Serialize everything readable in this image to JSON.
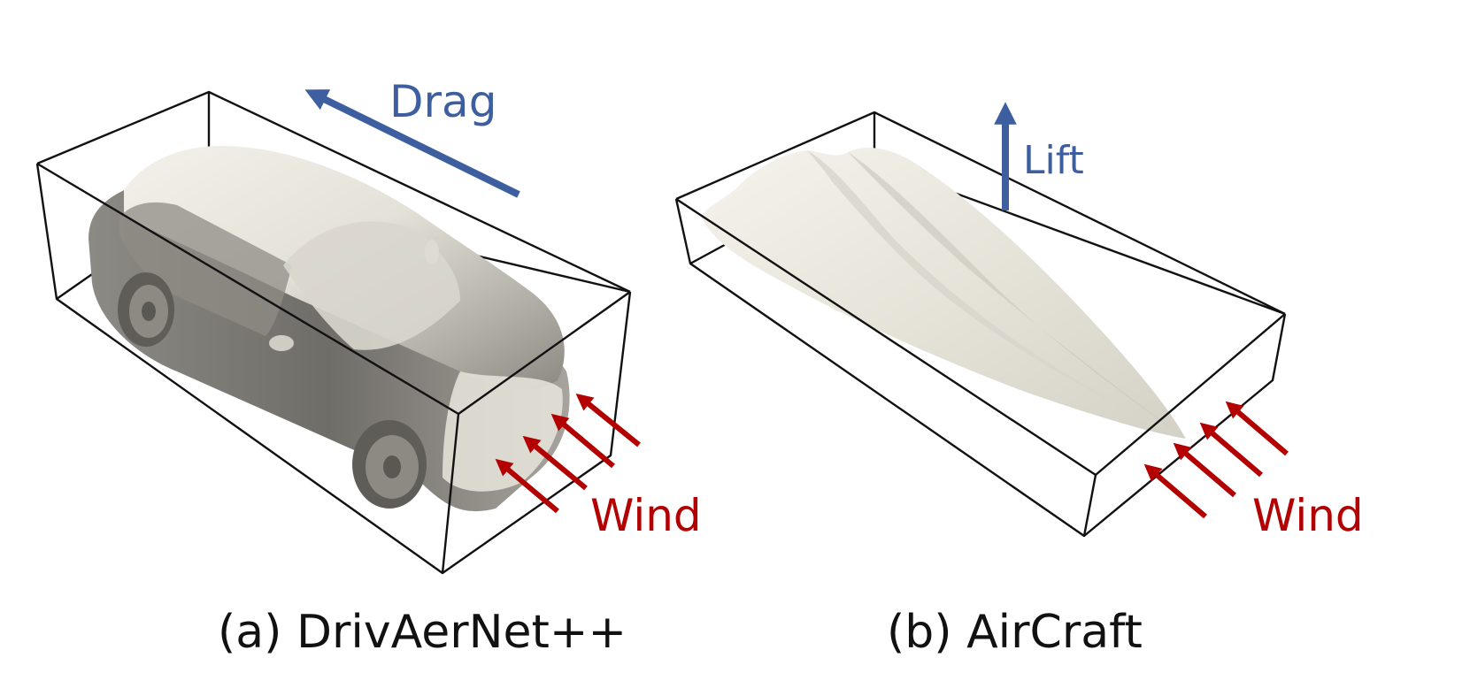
{
  "panels": [
    {
      "caption": "(a) DrivAerNet++",
      "force_label": "Drag",
      "wind_label": "Wind"
    },
    {
      "caption": "(b) AirCraft",
      "force_label": "Lift",
      "wind_label": "Wind"
    }
  ],
  "colors": {
    "force_arrow": "#3e5f9f",
    "wind_arrow": "#b30000",
    "model_surface": "#ebe9e2",
    "box_edges": "#111111"
  }
}
